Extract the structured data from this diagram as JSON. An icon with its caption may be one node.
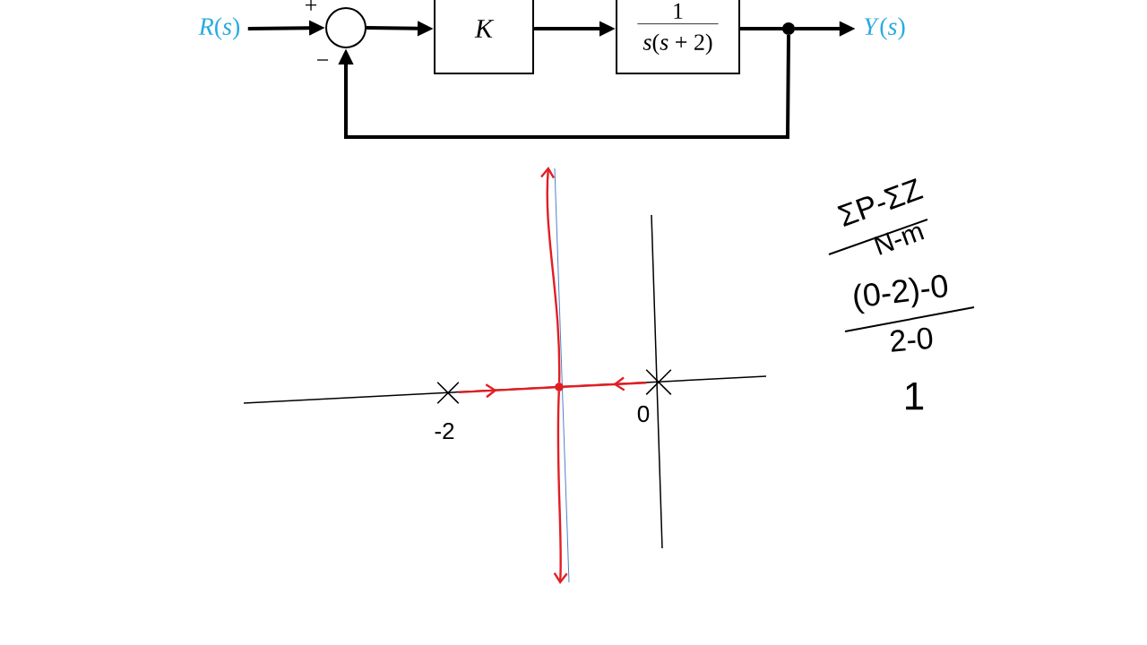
{
  "diagram": {
    "nodes": [
      {
        "text": [
          "*R*(*s*)"
        ]
      },
      {
        "text": [],
        "shape": "circle"
      },
      {
        "text": [
          "K"
        ]
      },
      {
        "text": [
          "1",
          "*s*(*s* + 2)"
        ]
      },
      {
        "text": [
          "*Y*(*s*)"
        ]
      },
      {
        "text": [],
        "shape": "cross",
        "beside": [
          "-2"
        ]
      },
      {
        "text": [],
        "shape": "circle"
      },
      {
        "text": [],
        "shape": "cross",
        "beside": [
          "0"
        ]
      }
    ],
    "edges": [
      {
        "from": 0,
        "to": 1,
        "arrow": "to"
      },
      {
        "from": 1,
        "to": 2,
        "arrow": "to"
      },
      {
        "from": 2,
        "to": 3,
        "arrow": "to"
      },
      {
        "from": 3,
        "to": 4,
        "arrow": "to"
      },
      {
        "from": 3,
        "to": 1,
        "arrow": "to"
      },
      {
        "from": 5,
        "to": 6,
        "arrow": "to",
        "color": "#e21e24"
      },
      {
        "from": 7,
        "to": 6,
        "arrow": "to",
        "color": "#e21e24"
      },
      {
        "from": 6,
        "to": null,
        "arrow": "to",
        "color": "#e21e24"
      },
      {
        "from": 6,
        "to": null,
        "arrow": "to",
        "color": "#e21e24"
      }
    ],
    "labels": [
      "+",
      "−",
      "ΣP-ΣZ",
      "N-m",
      "(0-2)-0",
      "2-0",
      "1"
    ]
  }
}
